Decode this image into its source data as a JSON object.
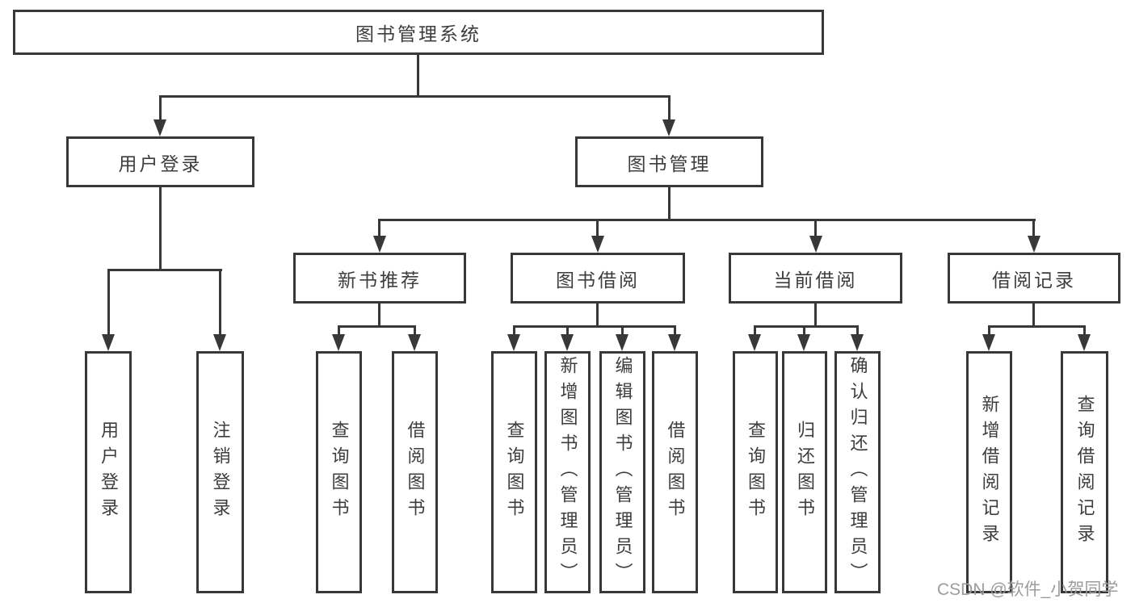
{
  "tree": {
    "label": "图书管理系统",
    "children": [
      {
        "label": "用户登录",
        "children": [
          {
            "label": "用户登录"
          },
          {
            "label": "注销登录"
          }
        ]
      },
      {
        "label": "图书管理",
        "children": [
          {
            "label": "新书推荐",
            "children": [
              {
                "label": "查询图书"
              },
              {
                "label": "借阅图书"
              }
            ]
          },
          {
            "label": "图书借阅",
            "children": [
              {
                "label": "查询图书"
              },
              {
                "label": "新增图书（管理员）"
              },
              {
                "label": "编辑图书（管理员）"
              },
              {
                "label": "借阅图书"
              }
            ]
          },
          {
            "label": "当前借阅",
            "children": [
              {
                "label": "查询图书"
              },
              {
                "label": "归还图书"
              },
              {
                "label": "确认归还（管理员）"
              }
            ]
          },
          {
            "label": "借阅记录",
            "children": [
              {
                "label": "新增借阅记录"
              },
              {
                "label": "查询借阅记录"
              }
            ]
          }
        ]
      }
    ]
  },
  "watermark": "CSDN @软件_小贺同学",
  "colors": {
    "line": "#383838",
    "text": "#3d3d3d",
    "watermark": "#9c9c9c",
    "background": "#ffffff"
  }
}
